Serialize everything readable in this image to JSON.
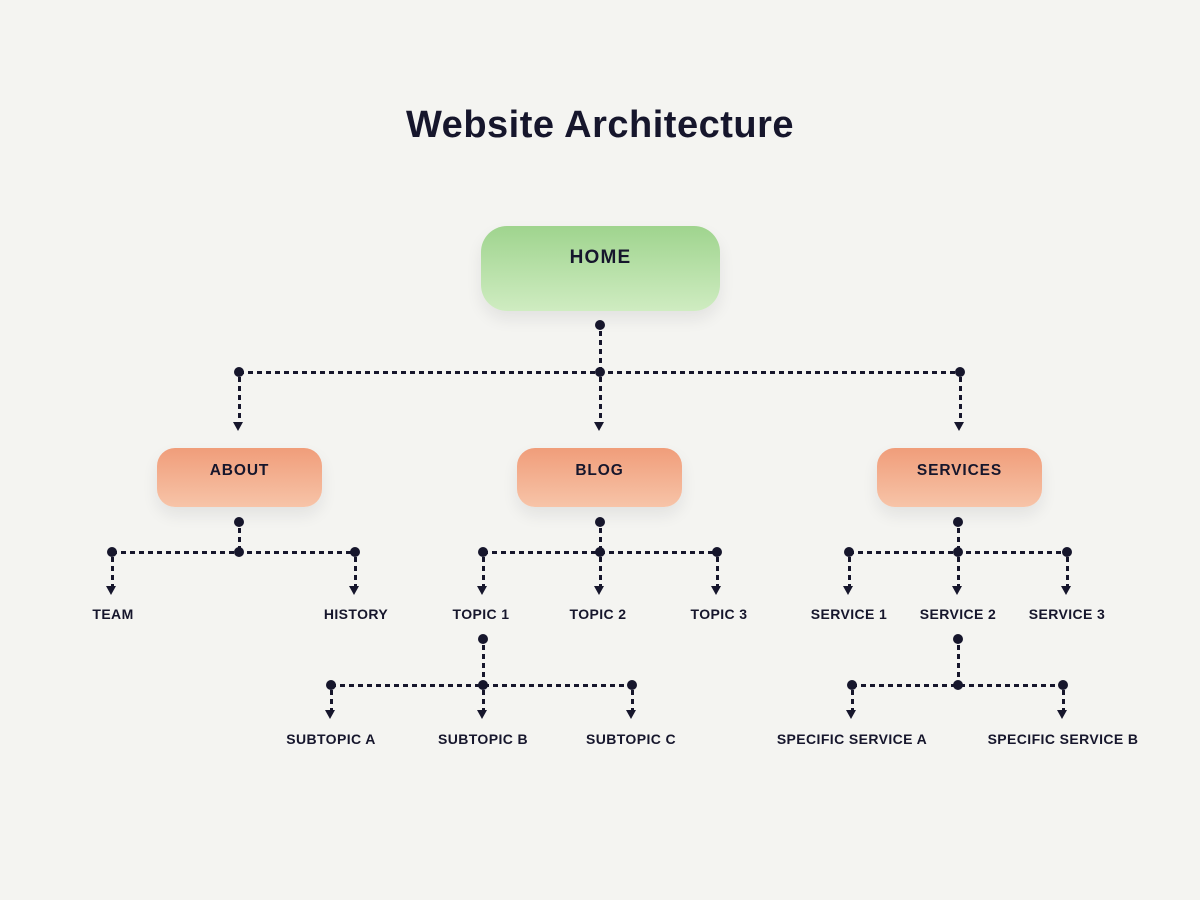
{
  "title": "Website Architecture",
  "tree": {
    "root": {
      "label": "HOME"
    },
    "sections": [
      {
        "label": "ABOUT",
        "children": [
          {
            "label": "TEAM"
          },
          {
            "label": "HISTORY"
          }
        ]
      },
      {
        "label": "BLOG",
        "children": [
          {
            "label": "TOPIC 1",
            "children": [
              {
                "label": "SUBTOPIC A"
              },
              {
                "label": "SUBTOPIC B"
              },
              {
                "label": "SUBTOPIC C"
              }
            ]
          },
          {
            "label": "TOPIC 2"
          },
          {
            "label": "TOPIC 3"
          }
        ]
      },
      {
        "label": "SERVICES",
        "children": [
          {
            "label": "SERVICE 1"
          },
          {
            "label": "SERVICE 2",
            "children": [
              {
                "label": "SPECIFIC SERVICE A"
              },
              {
                "label": "SPECIFIC SERVICE B"
              }
            ]
          },
          {
            "label": "SERVICE 3"
          }
        ]
      }
    ]
  },
  "colors": {
    "background": "#f4f4f1",
    "ink": "#16162c",
    "green_top": "#9fd48e",
    "green_bottom": "#cfecc1",
    "orange_top": "#f09d7a",
    "orange_bottom": "#f7c4a8"
  }
}
